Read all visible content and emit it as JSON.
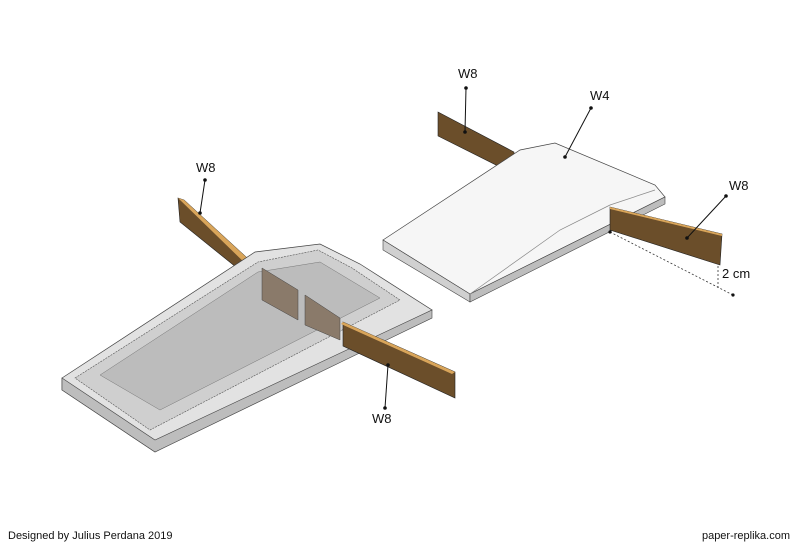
{
  "labels": {
    "left_plank_back": "W8",
    "left_plank_front": "W8",
    "right_plank_back": "W8",
    "right_plank_front": "W8",
    "right_ramp": "W4",
    "gap_measure": "2 cm"
  },
  "footer": {
    "credit": "Designed by Julius Perdana 2019",
    "site": "paper-replika.com"
  },
  "colors": {
    "wood": "#6b4e2a",
    "wood_edge": "#d9a55a",
    "board_white": "#f4f4f4",
    "board_grey": "#c8c8c8"
  }
}
